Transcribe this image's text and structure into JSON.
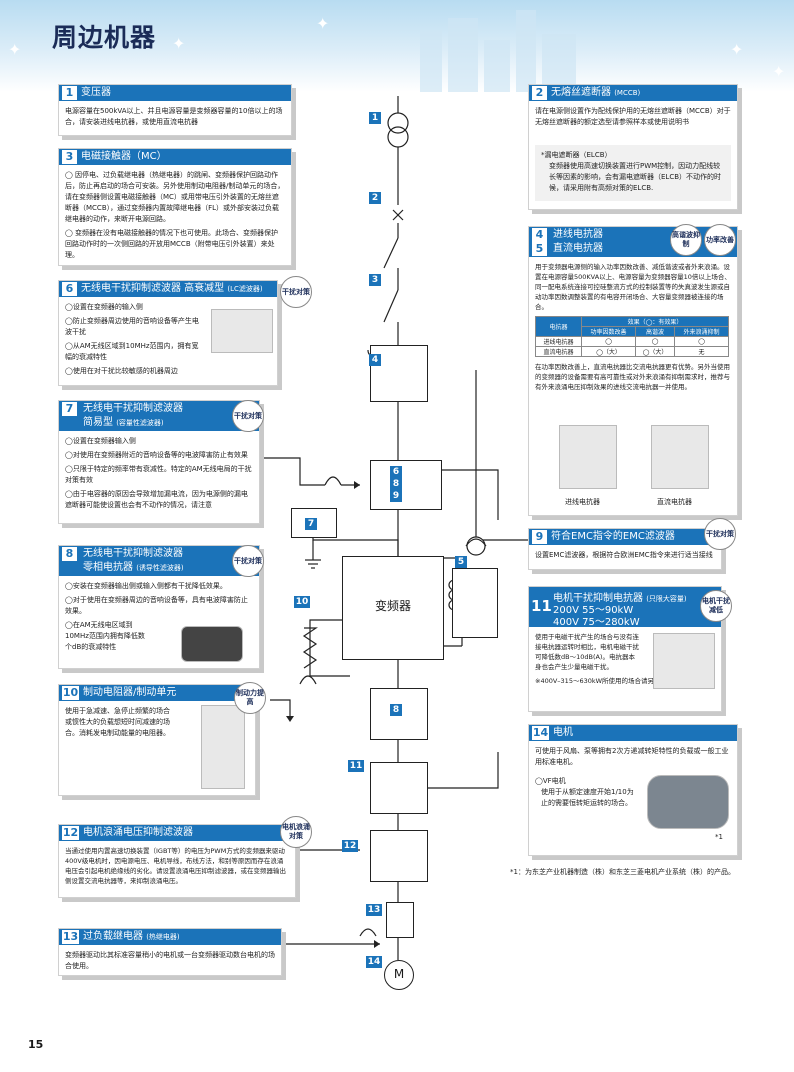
{
  "page": {
    "title": "周边机器",
    "page_number": "15"
  },
  "b1": {
    "num": "1",
    "title": "变压器",
    "text": "电源容量在500kVA以上、并且电源容量是变频器容量的10倍以上的场合，请安装进线电抗器，或使用直流电抗器"
  },
  "b2": {
    "num": "2",
    "title": "无熔丝遮断器",
    "title_sm": "(MCCB)",
    "text": "请在电源侧设置作为配线保护用的无熔丝遮断器（MCCB）对于无熔丝遮断器的额定选型请参照样本或使用说明书",
    "note_title": "*漏电遮断器（ELCB）",
    "note_text": "变频器使用高速切换装置进行PWM控制，因动力配线较长等因素的影响，会有漏电遮断器（ELCB）不动作的时候，请采用附有高频对策的ELCB."
  },
  "b3": {
    "num": "3",
    "title": "电磁接触器（MC）",
    "p1": "◯ 因停电、过负载继电器（热继电器）的跳闸、变频器保护回路动作后，防止再启动的场合可安装。另外使用制动电阻器/制动单元的场合，请在变频器侧设置电磁接触器（MC）或用带电压引外装置的无熔丝遮断器（MCCB），通过变频器内置故障继电器（FL）或外部安装过负载继电器的动作，来断开电源回路。",
    "p2": "◯ 变频器在没有电磁接触器的情况下也可使用。此场合、变频器保护回路动作时的一次侧回路的开放用MCCB（附带电压引外装置）来处理。"
  },
  "b45": {
    "num4": "4",
    "num5": "5",
    "title4": "进线电抗器",
    "title5": "直流电抗器",
    "badge1": "高谐波抑制",
    "badge2": "功率改善",
    "text": "用于变频器电源侧的输入功率因数改善、减低谐波或者外来浪涌。设置在电源容量500KVA以上、电源容量为变频器容量10倍以上场合、同一配电系统连接可控硅整流方式的控制装置等的失真波发生源或自动功率因数调整装置的有电容开闭场合、大容量变频器被连接的场合。",
    "table": {
      "h0": "电抗器",
      "h1": "功率因数改善",
      "h2": "高谐波",
      "h3": "外来浪涌抑制",
      "group": "效果（◯：有效果）",
      "r1": [
        "进线电抗器",
        "◯",
        "◯",
        "◯"
      ],
      "r2": [
        "直流电抗器",
        "◯（大）",
        "◯（大）",
        "无"
      ]
    },
    "text2": "在功率因数改善上，直流电抗器比交流电抗器更有优势。另外当使用的变频器的设备需要有高可靠性或对外来浪涌有抑制需求时，推荐与有外来浪涌电压抑制效果的进线交流电抗器一并使用。",
    "cap1": "进线电抗器",
    "cap2": "直流电抗器"
  },
  "b6": {
    "num": "6",
    "title": "无线电干扰抑制滤波器 高衰减型",
    "title_sm": "(LC滤波器)",
    "badge": "干扰对策",
    "items": [
      "◯设置在变频器的输入侧",
      "◯防止变频器周边使用的音响设备等产生电波干扰",
      "◯从AM无线区域到10MHz范围内，拥有宽幅的衰减特性",
      "◯使用在对干扰比较敏感的机器周边"
    ]
  },
  "b7": {
    "num": "7",
    "title1": "无线电干扰抑制滤波器",
    "title2": "简易型",
    "title2_sm": "(容量性滤波器)",
    "badge": "干扰对策",
    "items": [
      "◯设置在变频器输入侧",
      "◯对使用在变频器附近的音响设备等的电波障害防止有效果",
      "◯只限于特定的频率带有衰减性。特定的AM无线电局的干扰对策有效",
      "◯由于电容器的原因会导致增加漏电流，因为电源侧的漏电遮断器可能使设置也会有不动作的情况，请注意"
    ]
  },
  "b8": {
    "num": "8",
    "title1": "无线电干扰抑制滤波器",
    "title2": "零相电抗器",
    "title2_sm": "(诱导性滤波器)",
    "badge": "干扰对策",
    "items": [
      "◯安装在变频器输出侧或输入侧都有干扰降低效果。",
      "◯对于使用在变频器周边的音响设备等，具有电波障害防止效果。",
      "◯在AM无线电区域到10MHz范围内拥有降低数个dB的衰减特性"
    ]
  },
  "b9": {
    "num": "9",
    "title": "符合EMC指令的EMC滤波器",
    "badge": "干扰对策",
    "text": "设置EMC滤波器，根据符合欧洲EMC指令来进行适当接线"
  },
  "b10": {
    "num": "10",
    "title": "制动电阻器/制动单元",
    "badge": "制动力提高",
    "text": "使用于急减速、急停止频繁的场合或惯性大的负载想短时间减速的场合。消耗发电制动能量的电阻器。"
  },
  "b11": {
    "num": "11",
    "title1": "电机干扰抑制电抗器",
    "title1_sm": "(只限大容量)",
    "title2": "200V 55～90kW",
    "title3": "400V 75～280kW",
    "badge": "电机干扰减低",
    "text": "使用于电磁干扰产生的场合与没有连接电抗器运转时相比，电机电磁干扰可降低数dB～10dB(A)。电抗器本身也会产生少量电磁干扰。",
    "note": "※400V–315～630kW所使用的场合请另行商谈"
  },
  "b12": {
    "num": "12",
    "title": "电机浪涌电压抑制滤波器",
    "badge": "电机浪涌对策",
    "text": "当通过使用内置高速切换装置（IGBT等）的电压为PWM方式的变频器来驱动400V级电机时，因电源电压、电机导线，布线方法，和别等原因而存在浪涌电压会引起电机绝缘线的劣化。请设置浪涌电压抑制滤波器，或在变频器输出侧设置交流电抗器等，来抑制浪涌电压。"
  },
  "b13": {
    "num": "13",
    "title": "过负载继电器",
    "title_sm": "(热继电器)",
    "text": "变频器驱动比其标准容量稍小的电机或一台变频器驱动数台电机的场合使用。"
  },
  "b14": {
    "num": "14",
    "title": "电机",
    "text": "可使用于风扇、泵等拥有2次方递减转矩特性的负载或一般工业用标准电机。",
    "item_title": "◯VF电机",
    "item_text": "使用于从额定速度开始1/10为止的需要恒转矩运转的场合。",
    "mark": "*1"
  },
  "footnote": "*1：为东芝产业机器制造（株）和东芝三菱电机产业系统（株）的产品。",
  "diagram": {
    "sq1": "1",
    "sq2": "2",
    "sq3": "3",
    "sq4": "4",
    "sq6": "6",
    "sq8": "8",
    "sq9": "9",
    "sq7": "7",
    "sq5": "5",
    "sq10": "10",
    "sq8b": "8",
    "sq11": "11",
    "sq12": "12",
    "sq13": "13",
    "sq14": "14",
    "inverter": "变频器",
    "motor": "M"
  },
  "colors": {
    "accent": "#1b73b9",
    "title": "#1b2c58"
  }
}
